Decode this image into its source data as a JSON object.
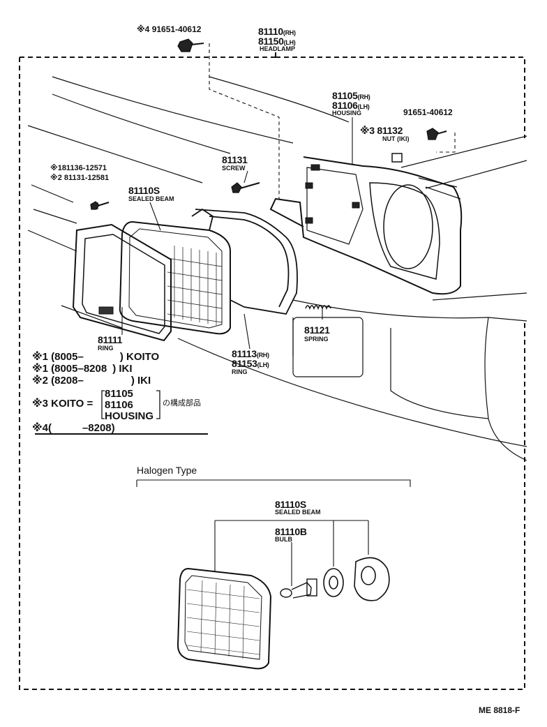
{
  "colors": {
    "ink": "#111111",
    "paper": "#ffffff"
  },
  "parts": {
    "p81110": {
      "number": "81110",
      "side": "(RH)"
    },
    "p81150": {
      "number": "81150",
      "side": "(LH)"
    },
    "headlamp": "HEADLAMP",
    "bolt_top": {
      "mark": "※4",
      "number": "91651-40612"
    },
    "p81105": {
      "number": "81105",
      "side": "(RH)"
    },
    "p81106": {
      "number": "81106",
      "side": "(LH)"
    },
    "housing": "HOUSING",
    "bolt_right": "91651-40612",
    "p81132": {
      "mark": "※3",
      "number": "81132",
      "name": "NUT (IKI)"
    },
    "p81131": {
      "number": "81131",
      "name": "SCREW"
    },
    "screw1": {
      "mark": "※1",
      "number": "81136-12571"
    },
    "screw2": {
      "mark": "※2",
      "number": "81131-12581"
    },
    "p81110s": {
      "number": "81110S",
      "name": "SEALED BEAM"
    },
    "p81111": {
      "number": "81111",
      "name": "RING"
    },
    "p81121": {
      "number": "81121",
      "name": "SPRING"
    },
    "p81113": {
      "number": "81113",
      "side": "(RH)"
    },
    "p81153": {
      "number": "81153",
      "side": "(LH)"
    },
    "ring2": "RING"
  },
  "notes": {
    "n1": {
      "mark": "※1",
      "range": "(8005–",
      "maker": ") KOITO"
    },
    "n2": {
      "mark": "※1",
      "range": "(8005–8208",
      "maker": ") IKI"
    },
    "n3": {
      "mark": "※2",
      "range": "(8208–",
      "maker": ") IKI"
    },
    "n4": {
      "mark": "※3",
      "prefix": "KOITO =",
      "items": [
        "81105",
        "81106",
        "HOUSING"
      ],
      "suffix": "の構成部品"
    },
    "n5": {
      "mark": "※4",
      "range": "(",
      "end": "–8208)"
    }
  },
  "halogen": {
    "title": "Halogen Type",
    "beam": {
      "number": "81110S",
      "name": "SEALED BEAM"
    },
    "bulb": {
      "number": "81110B",
      "name": "BULB"
    }
  },
  "footer": {
    "code": "ME 8818-F"
  }
}
